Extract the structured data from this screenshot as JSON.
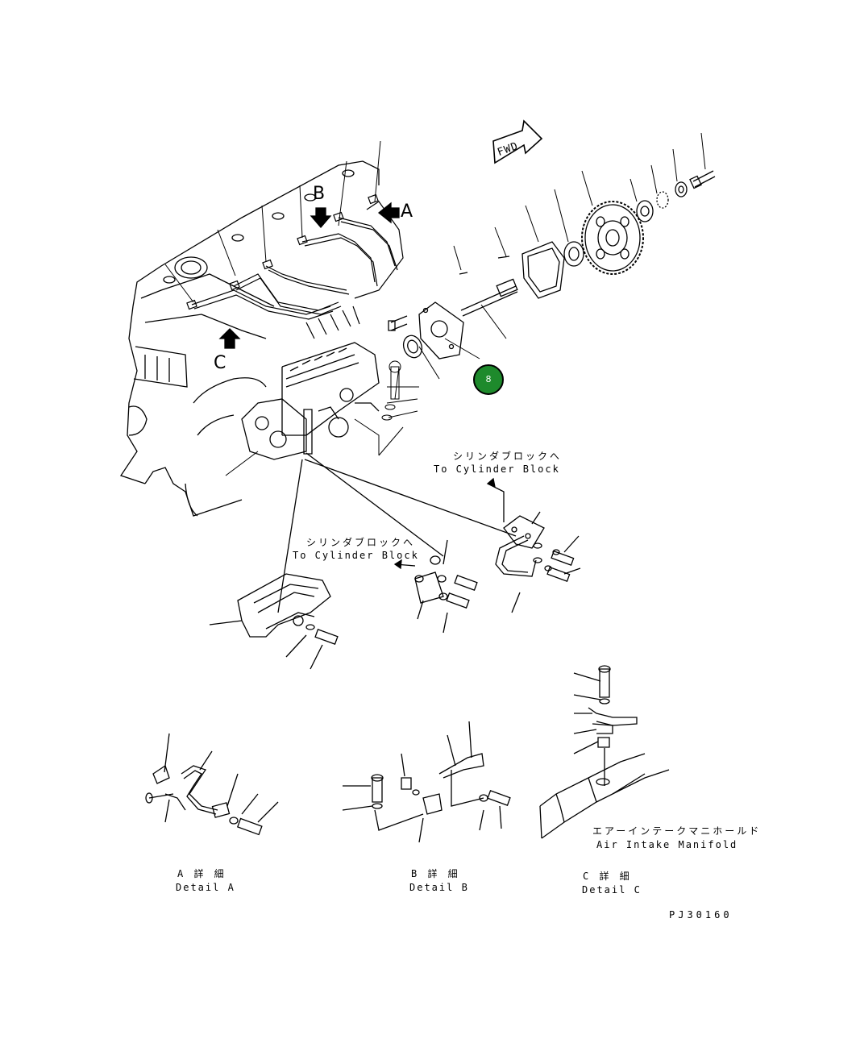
{
  "labels": {
    "fwd": "FWD",
    "arrow_a": "A",
    "arrow_b": "B",
    "arrow_c": "C",
    "to_cylinder_block_1_jp": "シリンダブロックへ",
    "to_cylinder_block_1_en": "To Cylinder Block",
    "to_cylinder_block_2_jp": "シリンダブロックへ",
    "to_cylinder_block_2_en": "To Cylinder Block",
    "intake_jp": "エアーインテークマニホールド",
    "intake_en": "Air Intake Manifold",
    "detail_a_jp": "A 詳 細",
    "detail_a_en": "Detail A",
    "detail_b_jp": "B 詳 細",
    "detail_b_en": "Detail B",
    "detail_c_jp": "C 詳 細",
    "detail_c_en": "Detail C",
    "drawing_number": "PJ30160"
  },
  "badge": {
    "text": "8",
    "color": "#1e8a2c"
  }
}
